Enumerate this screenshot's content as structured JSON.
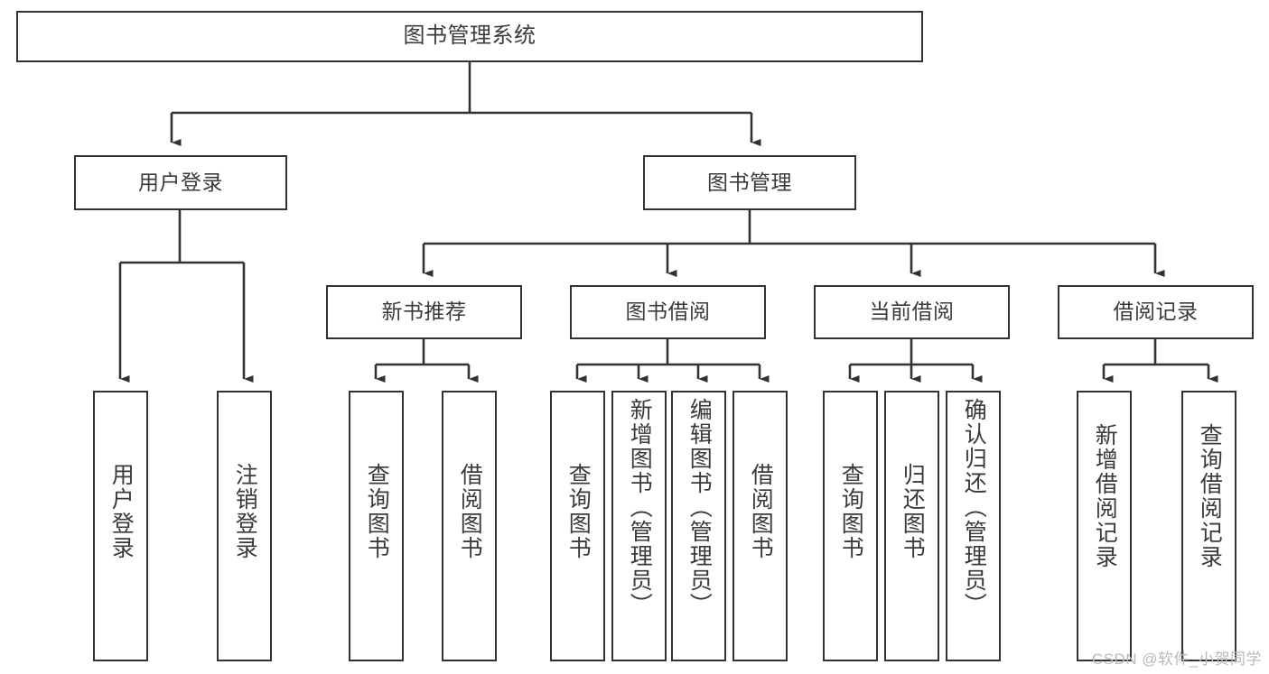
{
  "diagram": {
    "title": "图书管理系统",
    "type": "tree-hierarchy-chart",
    "root": {
      "label": "图书管理系统"
    },
    "level2": [
      {
        "label": "用户登录"
      },
      {
        "label": "图书管理"
      }
    ],
    "level3": [
      {
        "label": "新书推荐"
      },
      {
        "label": "图书借阅"
      },
      {
        "label": "当前借阅"
      },
      {
        "label": "借阅记录"
      }
    ],
    "leaves": {
      "user_login": [
        {
          "label": "用户登录"
        },
        {
          "label": "注销登录"
        }
      ],
      "new_book_recommend": [
        {
          "label": "查询图书"
        },
        {
          "label": "借阅图书"
        }
      ],
      "book_borrow": [
        {
          "label": "查询图书"
        },
        {
          "label": "新增图书（管理员）"
        },
        {
          "label": "编辑图书（管理员）"
        },
        {
          "label": "借阅图书"
        }
      ],
      "current_borrow": [
        {
          "label": "查询图书"
        },
        {
          "label": "归还图书"
        },
        {
          "label": "确认归还（管理员）"
        }
      ],
      "borrow_record": [
        {
          "label": "新增借阅记录"
        },
        {
          "label": "查询借阅记录"
        }
      ]
    }
  },
  "watermark": {
    "text": "CSDN @软件_小贺同学"
  },
  "colors": {
    "stroke": "#33322f",
    "text": "#3a3a38",
    "background": "#ffffff",
    "watermark": "#b9b9b9"
  }
}
